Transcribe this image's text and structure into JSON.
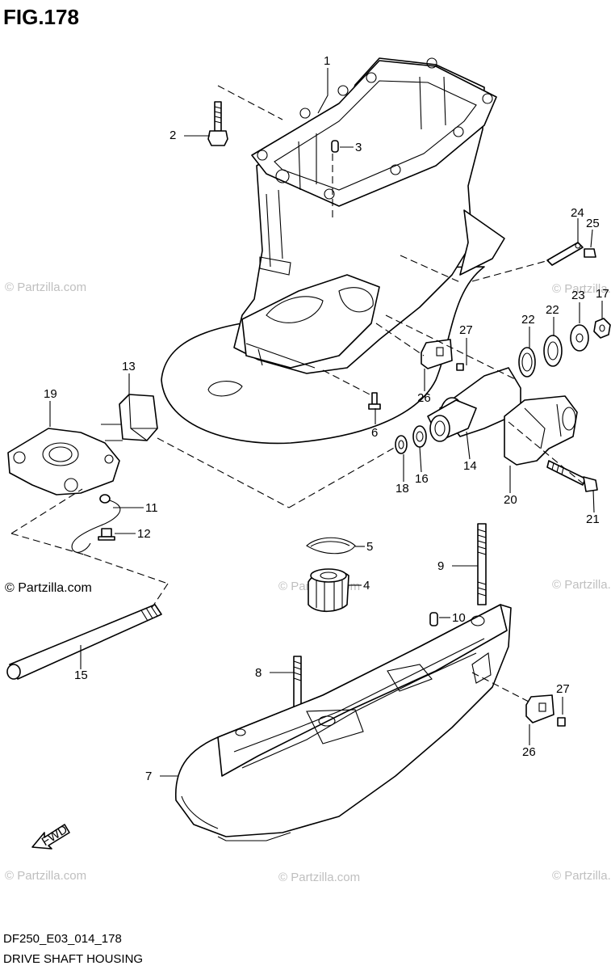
{
  "figure": {
    "title": "FIG.178",
    "model_code": "DF250_E03_014_178",
    "name": "DRIVE SHAFT HOUSING"
  },
  "watermark": {
    "text": "© Partzilla.com",
    "color": "#bfbfbf"
  },
  "fwd_label": "FWD",
  "callouts": [
    {
      "id": "c1",
      "label": "1"
    },
    {
      "id": "c2",
      "label": "2"
    },
    {
      "id": "c3",
      "label": "3"
    },
    {
      "id": "c4",
      "label": "4"
    },
    {
      "id": "c5",
      "label": "5"
    },
    {
      "id": "c6",
      "label": "6"
    },
    {
      "id": "c7",
      "label": "7"
    },
    {
      "id": "c8",
      "label": "8"
    },
    {
      "id": "c9",
      "label": "9"
    },
    {
      "id": "c10",
      "label": "10"
    },
    {
      "id": "c11",
      "label": "11"
    },
    {
      "id": "c12",
      "label": "12"
    },
    {
      "id": "c13",
      "label": "13"
    },
    {
      "id": "c14",
      "label": "14"
    },
    {
      "id": "c15",
      "label": "15"
    },
    {
      "id": "c16",
      "label": "16"
    },
    {
      "id": "c17",
      "label": "17"
    },
    {
      "id": "c18",
      "label": "18"
    },
    {
      "id": "c19",
      "label": "19"
    },
    {
      "id": "c20",
      "label": "20"
    },
    {
      "id": "c21",
      "label": "21"
    },
    {
      "id": "c22a",
      "label": "22"
    },
    {
      "id": "c22b",
      "label": "22"
    },
    {
      "id": "c23",
      "label": "23"
    },
    {
      "id": "c24",
      "label": "24"
    },
    {
      "id": "c25",
      "label": "25"
    },
    {
      "id": "c26a",
      "label": "26"
    },
    {
      "id": "c26b",
      "label": "26"
    },
    {
      "id": "c27a",
      "label": "27"
    },
    {
      "id": "c27b",
      "label": "27"
    }
  ]
}
